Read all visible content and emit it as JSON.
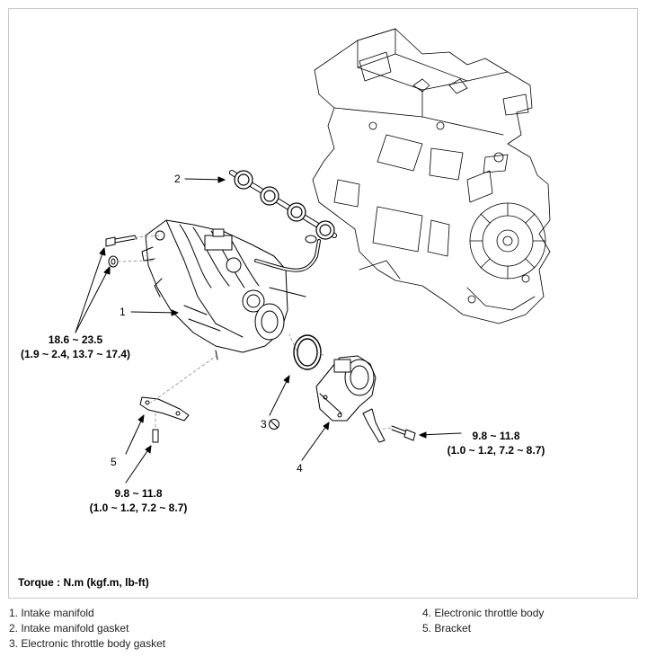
{
  "callouts": {
    "c1": "1",
    "c2": "2",
    "c3": "3",
    "c4": "4",
    "c5": "5"
  },
  "torques": {
    "manifold_bolt": {
      "value": "18.6 ~ 23.5",
      "conversion": "(1.9 ~ 2.4, 13.7 ~ 17.4)"
    },
    "bracket_bolt": {
      "value": "9.8 ~ 11.8",
      "conversion": "(1.0 ~ 1.2, 7.2 ~ 8.7)"
    },
    "throttle_bolt": {
      "value": "9.8 ~ 11.8",
      "conversion": "(1.0 ~ 1.2, 7.2 ~ 8.7)"
    }
  },
  "torque_caption": "Torque : N.m (kgf.m, lb-ft)",
  "legend": [
    "1. Intake manifold",
    "2. Intake manifold gasket",
    "3. Electronic throttle body gasket",
    "4. Electronic throttle body",
    "5. Bracket"
  ],
  "colors": {
    "line": "#000000",
    "frame": "#c8c8c8",
    "legend_text": "#222222"
  }
}
